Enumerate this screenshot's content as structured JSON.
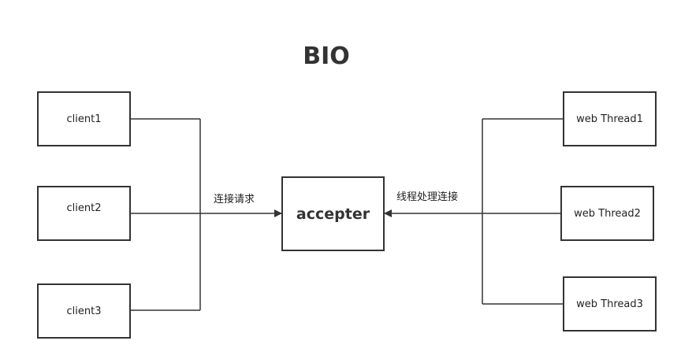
{
  "diagram": {
    "title": "BIO",
    "clients": [
      {
        "label": "client1"
      },
      {
        "label": "client2"
      },
      {
        "label": "client3"
      }
    ],
    "center": {
      "label": "accepter"
    },
    "workers": [
      {
        "label": "web Thread1"
      },
      {
        "label": "web Thread2"
      },
      {
        "label": "web Thread3"
      }
    ],
    "left_edge_label": "连接请求",
    "right_edge_label": "线程处理连接",
    "line_color": "#333333"
  }
}
